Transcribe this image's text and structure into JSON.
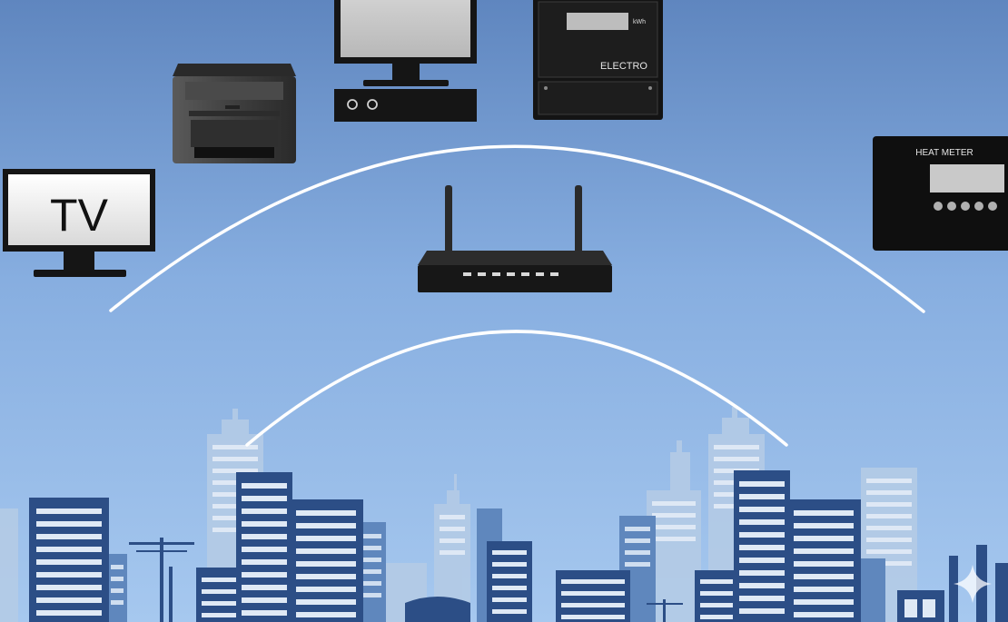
{
  "labels": {
    "tv": "TV",
    "electric_meter_brand": "ELECTRO",
    "electric_meter_unit": "kWh",
    "heat_meter_title": "HEAT METER"
  },
  "icons": {
    "tv": "television-icon",
    "printer": "printer-icon",
    "desktop": "desktop-computer-icon",
    "electric_meter": "electricity-meter-icon",
    "heat_meter": "heat-meter-icon",
    "router": "wifi-router-icon",
    "signal": "wireless-signal-arc-icon",
    "watermark": "sparkle-icon"
  },
  "colors": {
    "sky_top": "#5f86bf",
    "sky_mid": "#8db4e4",
    "sky_bottom": "#a3c6ef",
    "building_dark": "#2d4f85",
    "building_mid": "#6a91c2",
    "building_light": "#b6cde8",
    "device_black": "#141414",
    "screen_gray": "#c7c7c7"
  }
}
